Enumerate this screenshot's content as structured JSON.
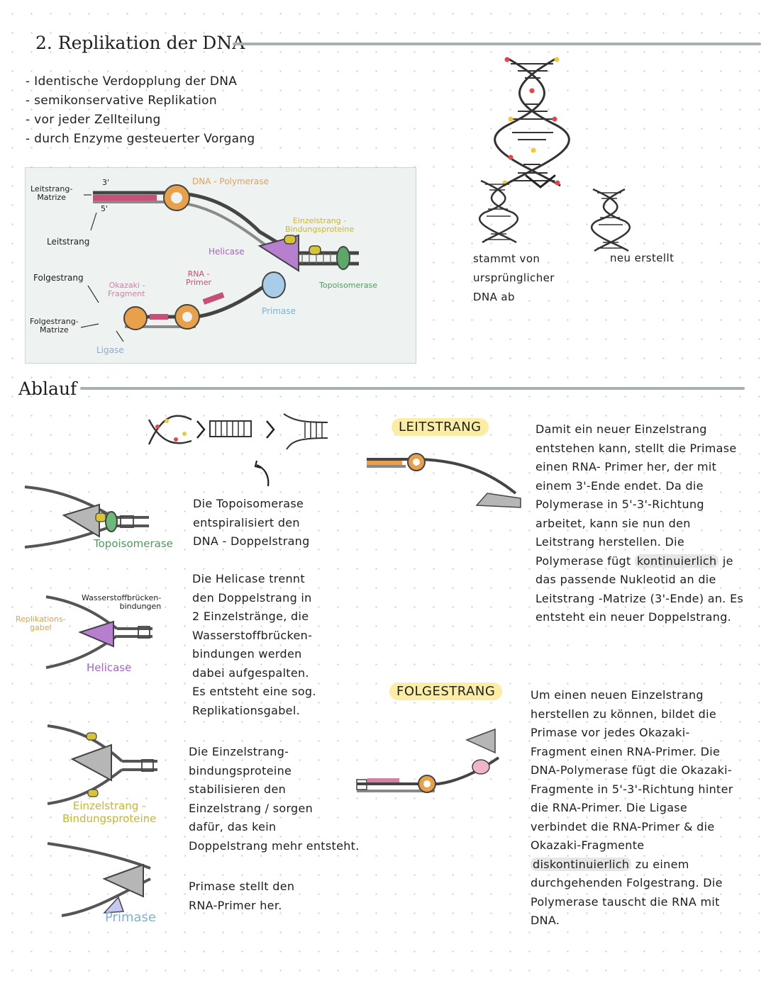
{
  "section1": {
    "title": "2. Replikation der DNA",
    "bullets": [
      "Identische Verdopplung der DNA",
      "semikonservative Replikation",
      "vor jeder Zellteilung",
      "durch Enzyme gesteuerter Vorgang"
    ]
  },
  "figure1": {
    "leitstrang_matrize": "Leitstrang-\nMatrize",
    "leitstrang": "Leitstrang",
    "folgestrang": "Folgestrang",
    "folgestrang_matrize": "Folgestrang-\nMatrize",
    "dna_polymerase": "DNA - Polymerase",
    "einzelstrang_bp": "Einzelstrang -\nBindungsproteine",
    "helicase": "Helicase",
    "rna_primer": "RNA -\nPrimer",
    "okazaki": "Okazaki -\nFragment",
    "topoisomerase": "Topoisomerase",
    "primase": "Primase",
    "ligase": "Ligase",
    "prime3": "3'",
    "prime5": "5'"
  },
  "semicons": {
    "left": "stammt von\nursprünglicher\nDNA ab",
    "right": "neu erstellt"
  },
  "section2": {
    "title": "Ablauf"
  },
  "steps": {
    "topo_label": "Topoisomerase",
    "topo_text": "Die Topoisomerase\nentspiralisiert den\nDNA - Doppelstrang",
    "helicase_label": "Helicase",
    "wasserstoff_label": "Wasserstoffbrücken-\nbindungen",
    "repgabel_label": "Replikations-\ngabel",
    "helicase_text": "Die Helicase trennt\nden Doppelstrang in\n2 Einzelstränge, die\nWasserstoffbrücken-\nbindungen werden\ndabei aufgespalten.\nEs entsteht eine sog.\nReplikationsgabel.",
    "ssb_label": "Einzelstrang -\nBindungsproteine",
    "ssb_text": "Die Einzelstrang-\nbindungsproteine\nstabilisieren den\nEinzelstrang / sorgen\ndafür, das kein\nDoppelstrang mehr entsteht.",
    "primase_label": "Primase",
    "primase_text": "Primase stellt den\nRNA-Primer her."
  },
  "leitstrang": {
    "badge": "LEITSTRANG",
    "text_parts": [
      "Damit ein neuer Einzelstrang entstehen kann, stellt die Primase einen RNA- Primer her, der mit einem 3'-Ende endet. Da die Polymerase in 5'-3'-Richtung arbeitet, kann sie nun den Leitstrang herstellen. Die Polymerase fügt ",
      "kontinuierlich",
      " je das passende Nukleotid an die Leitstrang -Matrize (3'-Ende) an. Es entsteht ein neuer Doppelstrang."
    ]
  },
  "folgestrang": {
    "badge": "FOLGESTRANG",
    "text_parts": [
      "Um einen neuen Einzelstrang herstellen zu können, bildet die Primase vor jedes Okazaki-Fragment einen RNA-Primer. Die DNA-Polymerase fügt die Okazaki-Fragmente in 5'-3'-Richtung hinter die RNA-Primer. Die Ligase verbindet die RNA-Primer & die Okazaki-Fragmente ",
      "diskontinuierlich",
      " zu einem durchgehenden Folgestrang. Die Polymerase tauscht die RNA mit DNA."
    ]
  },
  "colors": {
    "polymerase": "#e8a04a",
    "helicase": "#b77fd0",
    "primase": "#a9cde8",
    "topoisomerase": "#5ba86a",
    "ssb": "#d8c534",
    "okazaki": "#d47fa4",
    "rna_primer": "#c84f78",
    "badge": "#fbeea4"
  }
}
